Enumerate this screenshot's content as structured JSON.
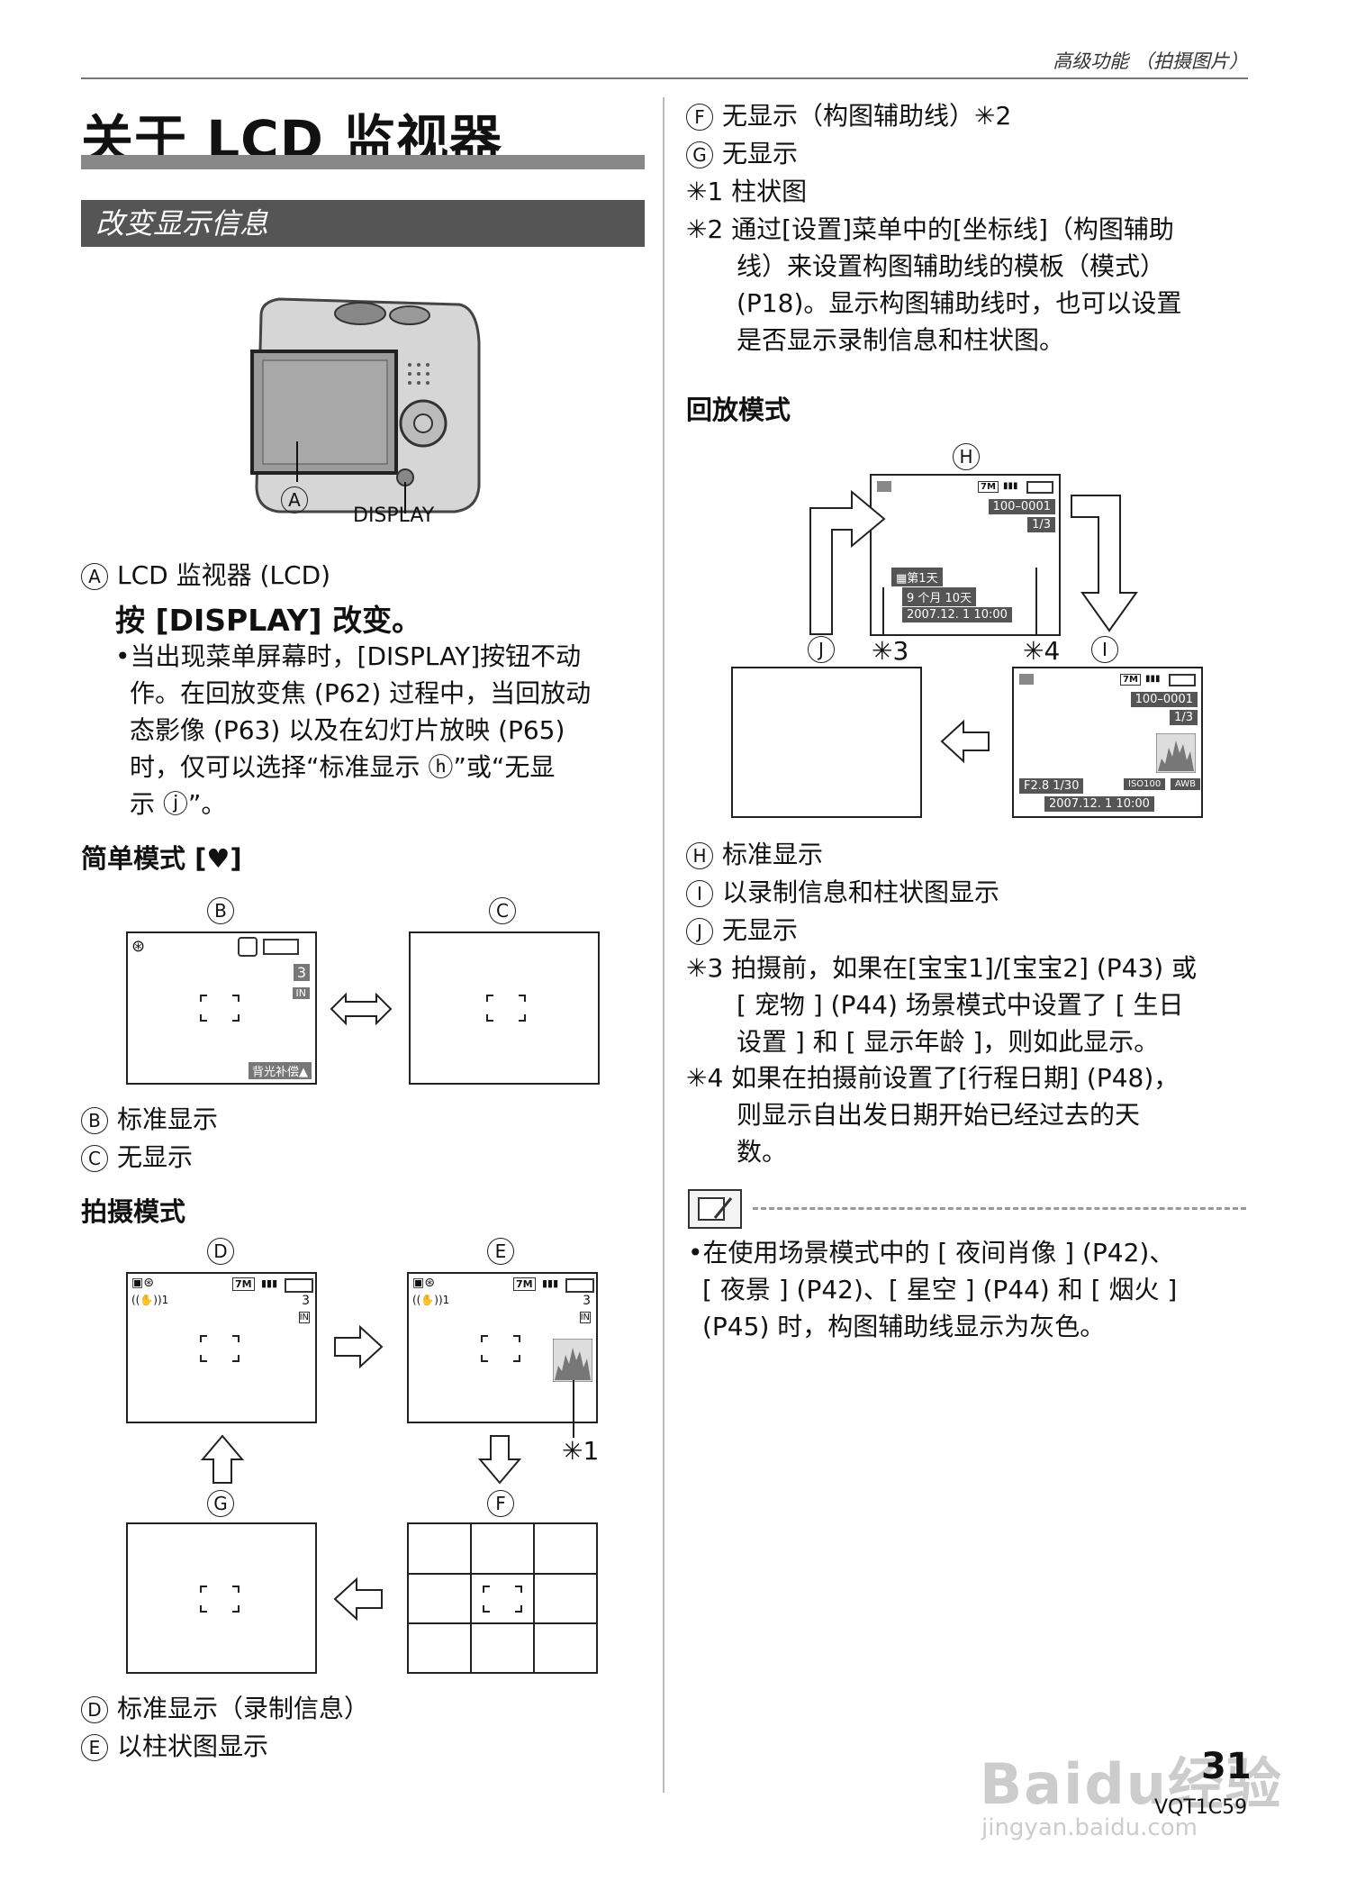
{
  "header": {
    "breadcrumb": "高级功能 （拍摄图片）"
  },
  "title": "关于 LCD 监视器",
  "section": "改变显示信息",
  "camera": {
    "label_a": "A",
    "label_display": "DISPLAY"
  },
  "left": {
    "a_line": "LCD 监视器 (LCD)",
    "instruction": "按 [DISPLAY] 改变。",
    "bullet": [
      "•当出现菜单屏幕时，[DISPLAY]按钮不动",
      "作。在回放变焦 (P62) 过程中，当回放动",
      "态影像 (P63) 以及在幻灯片放映 (P65)",
      "时，仅可以选择“标准显示 ⓗ”或“无显",
      "示 ⓙ”。"
    ],
    "simple_mode": "简单模式 [",
    "simple_mode_end": "]",
    "b_desc": "标准显示",
    "c_desc": "无显示",
    "rec_mode": "拍摄模式",
    "d_desc": "标准显示（录制信息）",
    "e_desc": "以柱状图显示",
    "simple_screen": {
      "count": "3",
      "backlight": "背光补偿▲"
    },
    "rec_screen": {
      "count": "3",
      "size": "7M",
      "stab": "((✋))1"
    },
    "star1": "✳1"
  },
  "right": {
    "f_desc": "无显示（构图辅助线）✳2",
    "g_desc": "无显示",
    "n1": "✳1  柱状图",
    "n2": [
      "✳2  通过[设置]菜单中的[坐标线]（构图辅助",
      "线）来设置构图辅助线的模板（模式）",
      "(P18)。显示构图辅助线时，也可以设置",
      "是否显示录制信息和柱状图。"
    ],
    "play_mode": "回放模式",
    "play_h": {
      "file": "100–0001",
      "frac": "1/3",
      "day": "第1天",
      "age": "9 个月 10天",
      "date": "2007.12. 1  10:00"
    },
    "play_i": {
      "file": "100–0001",
      "frac": "1/3",
      "exp": "F2.8 1/30",
      "iso": "ISO100",
      "wb": "AWB",
      "date": "2007.12. 1  10:00"
    },
    "star3": "✳3",
    "star4": "✳4",
    "h_desc": "标准显示",
    "i_desc": "以录制信息和柱状图显示",
    "j_desc": "无显示",
    "n3": [
      "✳3  拍摄前，如果在[宝宝1]/[宝宝2] (P43) 或",
      "[ 宠物 ] (P44) 场景模式中设置了 [ 生日",
      "设置 ] 和 [ 显示年龄 ]，则如此显示。"
    ],
    "n4": [
      "✳4  如果在拍摄前设置了[行程日期] (P48)，",
      "则显示自出发日期开始已经过去的天",
      "数。"
    ],
    "note": [
      "•在使用场景模式中的 [ 夜间肖像 ] (P42)、",
      "[ 夜景 ] (P42)、[ 星空 ] (P44) 和 [ 烟火 ]",
      "(P45) 时，构图辅助线显示为灰色。"
    ]
  },
  "footer": {
    "page": "31",
    "code": "VQT1C59",
    "watermark": "Baidu经验",
    "watermark_url": "jingyan.baidu.com"
  },
  "labels": {
    "A": "A",
    "B": "B",
    "C": "C",
    "D": "D",
    "E": "E",
    "F": "F",
    "G": "G",
    "H": "H",
    "I": "I",
    "J": "J"
  }
}
